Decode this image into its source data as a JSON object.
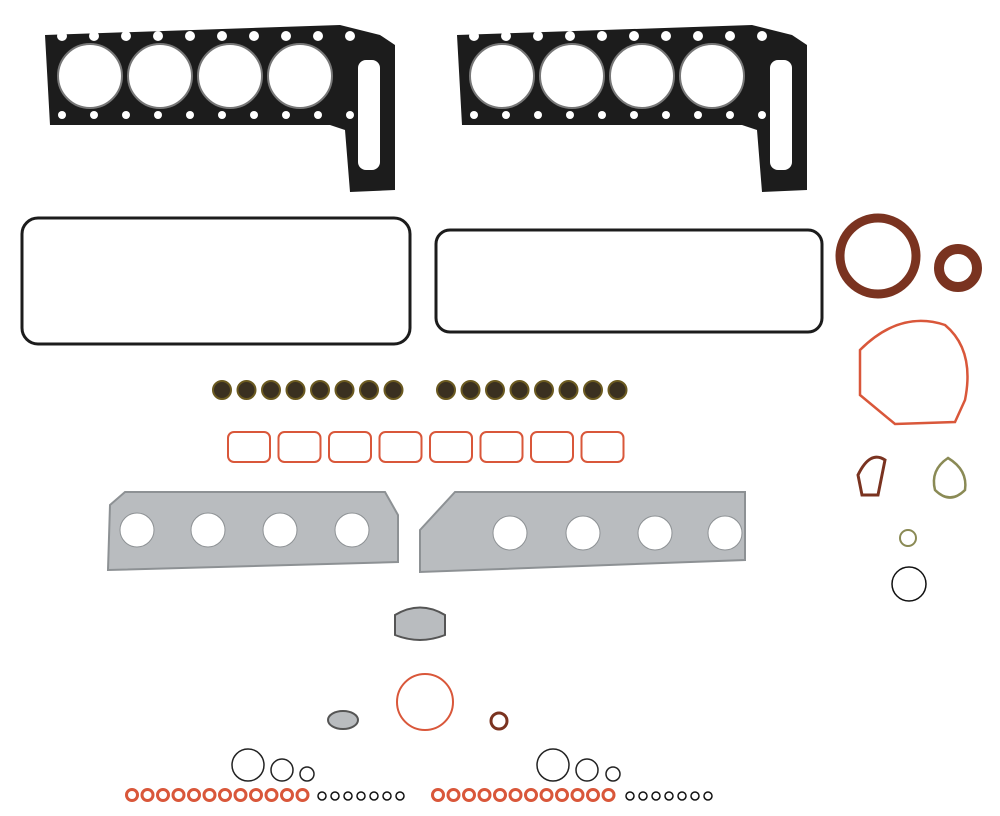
{
  "colors": {
    "background": "#ffffff",
    "black_gasket": "#1c1c1c",
    "rust_seal": "#7a3320",
    "orange_gasket": "#d9573a",
    "steel": "#b9bcbf",
    "steel_dark": "#8d9194",
    "olive_ring": "#8a8a55"
  },
  "counts": {
    "head_gaskets": 2,
    "valve_cover_gaskets": 2,
    "valve_stem_seals": 16,
    "intake_port_gaskets": 8,
    "exhaust_manifold_gaskets": 2,
    "orange_o_rings_bottom": 24,
    "black_o_rings_bottom": 14
  }
}
